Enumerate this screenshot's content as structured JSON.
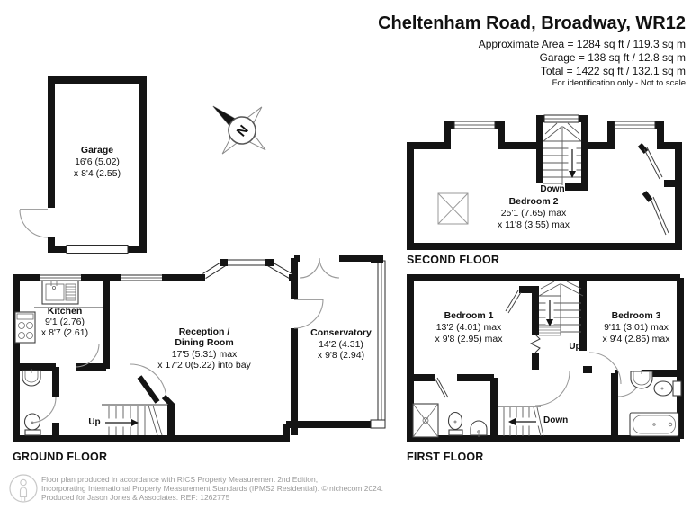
{
  "header": {
    "title": "Cheltenham Road, Broadway, WR12",
    "approx_area": "Approximate Area = 1284 sq ft / 119.3 sq m",
    "garage_area": "Garage = 138 sq ft / 12.8 sq m",
    "total_area": "Total = 1422 sq ft / 132.1 sq m",
    "disclaimer": "For identification only - Not to scale"
  },
  "compass": {
    "north_label": "N"
  },
  "garage_plan": {
    "room": {
      "name": "Garage",
      "dims": [
        "16'6 (5.02)",
        "x 8'4 (2.55)"
      ]
    }
  },
  "second_floor": {
    "label": "SECOND FLOOR",
    "stair_label": "Down",
    "bedroom2": {
      "name": "Bedroom 2",
      "dims": [
        "25'1 (7.65) max",
        "x 11'8 (3.55) max"
      ]
    }
  },
  "ground_floor": {
    "label": "GROUND FLOOR",
    "stair_label": "Up",
    "kitchen": {
      "name": "Kitchen",
      "dims": [
        "9'1 (2.76)",
        "x 8'7 (2.61)"
      ]
    },
    "reception": {
      "name_line1": "Reception /",
      "name_line2": "Dining Room",
      "dims": [
        "17'5 (5.31) max",
        "x 17'2 0(5.22) into bay"
      ]
    },
    "conservatory": {
      "name": "Conservatory",
      "dims": [
        "14'2 (4.31)",
        "x 9'8 (2.94)"
      ]
    }
  },
  "first_floor": {
    "label": "FIRST FLOOR",
    "stair_up_label": "Up",
    "stair_down_label": "Down",
    "bedroom1": {
      "name": "Bedroom 1",
      "dims": [
        "13'2 (4.01) max",
        "x 9'8 (2.95) max"
      ]
    },
    "bedroom3": {
      "name": "Bedroom 3",
      "dims": [
        "9'11 (3.01) max",
        "x 9'4 (2.85) max"
      ]
    }
  },
  "footer": {
    "line1": "Floor plan produced in accordance with RICS Property Measurement 2nd Edition,",
    "line2": "Incorporating International Property Measurement Standards (IPMS2 Residential).  © nichecom 2024.",
    "line3": "Produced for Jason Jones & Associates.   REF: 1262775"
  }
}
